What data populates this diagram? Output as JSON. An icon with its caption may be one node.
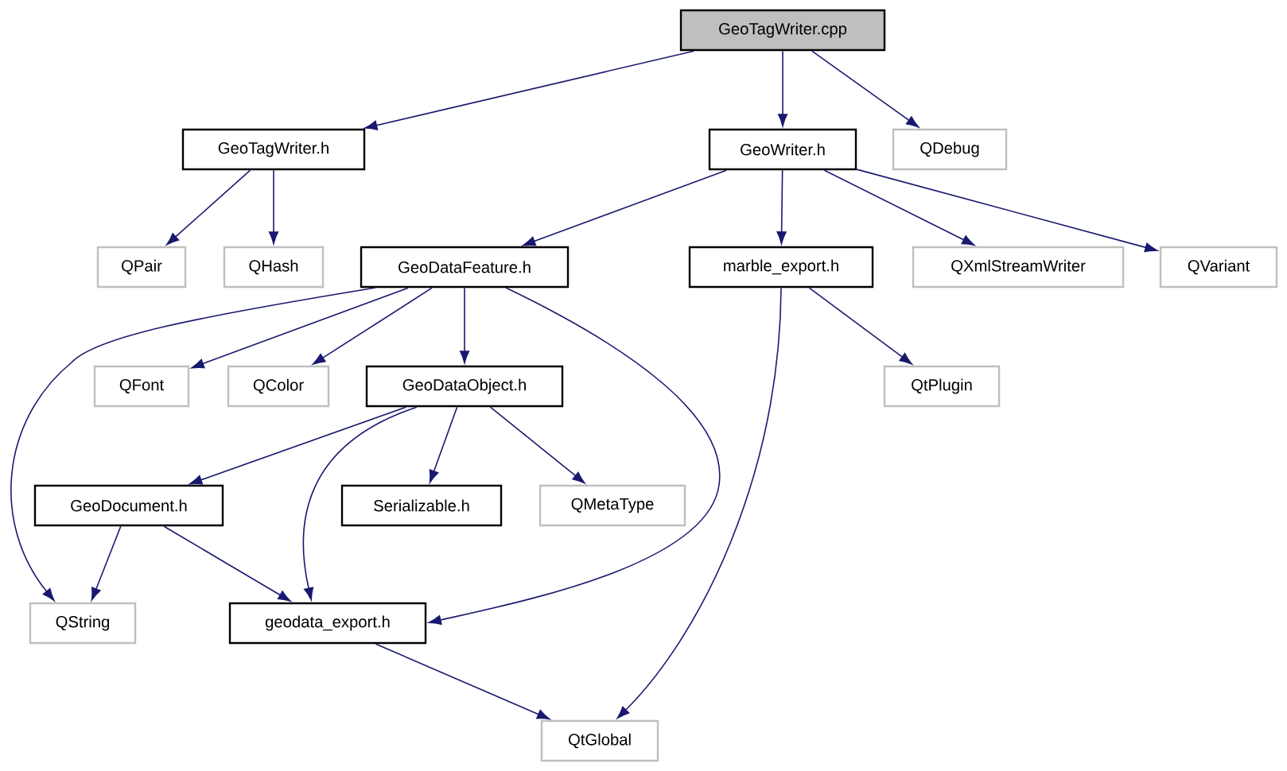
{
  "diagram": {
    "nodes": [
      {
        "text": [
          "GeoTagWriter.cpp"
        ]
      },
      {
        "text": [
          "GeoTagWriter.h"
        ]
      },
      {
        "text": [
          "GeoWriter.h"
        ]
      },
      {
        "text": [
          "QDebug"
        ]
      },
      {
        "text": [
          "QPair"
        ]
      },
      {
        "text": [
          "QHash"
        ]
      },
      {
        "text": [
          "GeoDataFeature.h"
        ]
      },
      {
        "text": [
          "marble_export.h"
        ]
      },
      {
        "text": [
          "QXmlStreamWriter"
        ]
      },
      {
        "text": [
          "QVariant"
        ]
      },
      {
        "text": [
          "QFont"
        ]
      },
      {
        "text": [
          "QColor"
        ]
      },
      {
        "text": [
          "GeoDataObject.h"
        ]
      },
      {
        "text": [
          "QtPlugin"
        ]
      },
      {
        "text": [
          "GeoDocument.h"
        ]
      },
      {
        "text": [
          "Serializable.h"
        ]
      },
      {
        "text": [
          "QMetaType"
        ]
      },
      {
        "text": [
          "QString"
        ]
      },
      {
        "text": [
          "geodata_export.h"
        ]
      },
      {
        "text": [
          "QtGlobal"
        ]
      }
    ],
    "edges": [
      {
        "from": 0,
        "to": 1,
        "arrow": "to"
      },
      {
        "from": 0,
        "to": 2,
        "arrow": "to"
      },
      {
        "from": 0,
        "to": 3,
        "arrow": "to"
      },
      {
        "from": 1,
        "to": 4,
        "arrow": "to"
      },
      {
        "from": 1,
        "to": 5,
        "arrow": "to"
      },
      {
        "from": 2,
        "to": 6,
        "arrow": "to"
      },
      {
        "from": 2,
        "to": 7,
        "arrow": "to"
      },
      {
        "from": 2,
        "to": 8,
        "arrow": "to"
      },
      {
        "from": 2,
        "to": 9,
        "arrow": "to"
      },
      {
        "from": 6,
        "to": 17,
        "arrow": "to"
      },
      {
        "from": 6,
        "to": 10,
        "arrow": "to"
      },
      {
        "from": 6,
        "to": 11,
        "arrow": "to"
      },
      {
        "from": 6,
        "to": 12,
        "arrow": "to"
      },
      {
        "from": 6,
        "to": 18,
        "arrow": "to"
      },
      {
        "from": 7,
        "to": 13,
        "arrow": "to"
      },
      {
        "from": 7,
        "to": 19,
        "arrow": "to"
      },
      {
        "from": 12,
        "to": 14,
        "arrow": "to"
      },
      {
        "from": 12,
        "to": 18,
        "arrow": "to"
      },
      {
        "from": 12,
        "to": 15,
        "arrow": "to"
      },
      {
        "from": 12,
        "to": 16,
        "arrow": "to"
      },
      {
        "from": 14,
        "to": 17,
        "arrow": "to"
      },
      {
        "from": 14,
        "to": 18,
        "arrow": "to"
      },
      {
        "from": 18,
        "to": 19,
        "arrow": "to"
      }
    ]
  }
}
